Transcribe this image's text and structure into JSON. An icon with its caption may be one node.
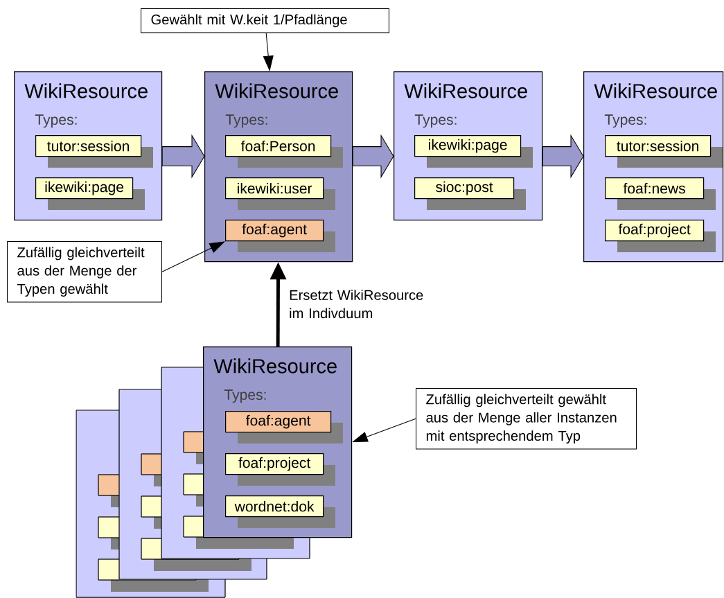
{
  "diagram": {
    "nodes": [
      {
        "text": [
          "Gewählt mit W.keit 1/Pfadlänge"
        ]
      },
      {
        "text": [
          "WikiResource",
          "Types:"
        ]
      },
      {
        "text": [
          "tutor:session"
        ],
        "in": 1
      },
      {
        "text": [
          "ikewiki:page"
        ],
        "in": 1
      },
      {
        "text": [
          "WikiResource",
          "Types:"
        ]
      },
      {
        "text": [
          "foaf:Person"
        ],
        "in": 4
      },
      {
        "text": [
          "ikewiki:user"
        ],
        "in": 4
      },
      {
        "text": [
          "foaf:agent"
        ],
        "in": 4
      },
      {
        "text": [
          "WikiResource",
          "Types:"
        ]
      },
      {
        "text": [
          "ikewiki:page"
        ],
        "in": 8
      },
      {
        "text": [
          "sioc:post"
        ],
        "in": 8
      },
      {
        "text": [
          "WikiResource",
          "Types:"
        ]
      },
      {
        "text": [
          "tutor:session"
        ],
        "in": 11
      },
      {
        "text": [
          "foaf:news"
        ],
        "in": 11
      },
      {
        "text": [
          "foaf:project"
        ],
        "in": 11
      },
      {
        "text": [
          "Zufällig gleichverteilt aus der Menge der Typen gewählt"
        ]
      },
      {
        "text": [
          "Zufällig gleichverteilt gewählt aus der Menge aller Instanzen mit entsprechendem Typ"
        ]
      },
      {
        "text": [],
        "shape": "box"
      },
      {
        "text": [],
        "shape": "box"
      },
      {
        "text": [],
        "shape": "box"
      },
      {
        "text": [
          "WikiResource",
          "Types:"
        ]
      },
      {
        "text": [
          "foaf:agent"
        ],
        "in": 20
      },
      {
        "text": [
          "foaf:project"
        ],
        "in": 20
      },
      {
        "text": [
          "wordnet:dok"
        ],
        "in": 20
      }
    ],
    "edges": [
      {
        "from": 0,
        "to": 4,
        "arrow": "to"
      },
      {
        "from": 1,
        "to": 4,
        "arrow": "to",
        "style": "thick",
        "color": "#9999cc"
      },
      {
        "from": 4,
        "to": 8,
        "arrow": "to",
        "style": "thick",
        "color": "#9999cc"
      },
      {
        "from": 8,
        "to": 11,
        "arrow": "to",
        "style": "thick",
        "color": "#9999cc"
      },
      {
        "from": 15,
        "to": 7,
        "arrow": "to"
      },
      {
        "from": 20,
        "to": 4,
        "arrow": "to",
        "style": "thick",
        "label": "Ersetzt WikiResource im Indivduum"
      },
      {
        "from": 16,
        "to": 20,
        "arrow": "to"
      }
    ]
  }
}
